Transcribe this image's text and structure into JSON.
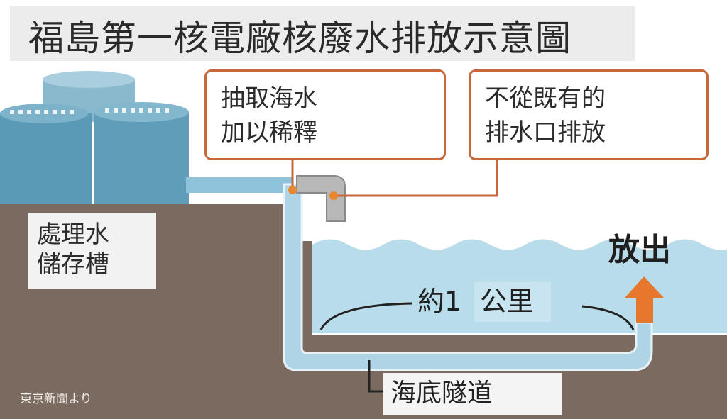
{
  "title": "福島第一核電廠核廢水排放示意圖",
  "callouts": {
    "dilute": [
      "抽取海水",
      "加以稀釋"
    ],
    "outlet": [
      "不從既有的",
      "排水口排放"
    ]
  },
  "storage_label": [
    "處理水",
    "儲存槽"
  ],
  "release_label": "放出",
  "distance_label": {
    "prefix": "約1",
    "overlay": "公里"
  },
  "tunnel_label": "海底隧道",
  "credit": "東京新聞より",
  "colors": {
    "tank": "#5b9ab6",
    "ground": "#7b6a5f",
    "sea": "#b9dceb",
    "pipe": "#8fc3dc",
    "callout_border": "#c8683a",
    "arrow": "#e8772e"
  }
}
